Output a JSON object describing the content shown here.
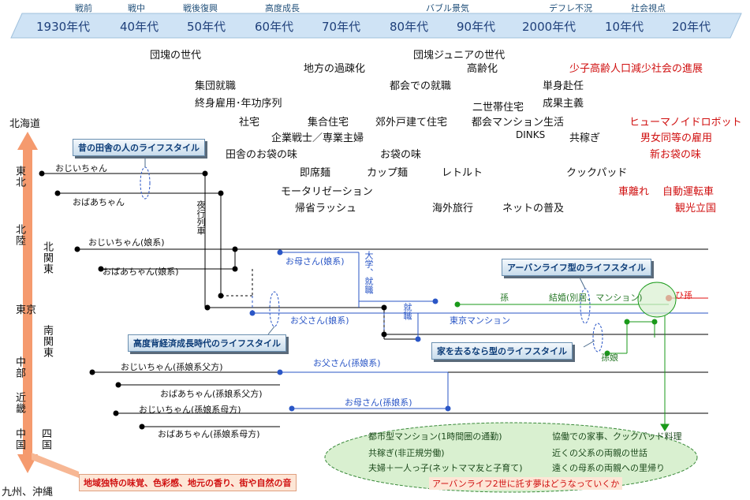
{
  "timeline": {
    "eras": [
      "戦前",
      "戦中",
      "戦後復興",
      "高度成長",
      "バブル景気",
      "デフレ不況",
      "社会視点"
    ],
    "decades": [
      "1930年代",
      "40年代",
      "50年代",
      "60年代",
      "70年代",
      "80年代",
      "90年代",
      "2000年代",
      "10年代",
      "20年代"
    ]
  },
  "phrases": {
    "dankai": "団塊の世代",
    "kaso": "地方の過疎化",
    "dankai_jr": "団塊ジュニアの世代",
    "koreika": "高齢化",
    "shoshi": "少子高齢人口減少社会の進展",
    "shudan": "集団就職",
    "tokai_shushoku": "都会での就職",
    "tanshin": "単身赴任",
    "shushin": "終身雇用･年功序列",
    "nisetai": "二世帯住宅",
    "seika": "成果主義",
    "shataku": "社宅",
    "shugo": "集合住宅",
    "kogai": "郊外戸建て住宅",
    "tokai_mansion": "都会マンション生活",
    "humanoid": "ヒューマノイドロボット",
    "kigyo": "企業戦士／専業主婦",
    "dinks": "DINKS",
    "tomobataraki": "共稼ぎ",
    "danjo": "男女同等の雇用",
    "inaka": "田舎のお袋の味",
    "ofukuro": "お袋の味",
    "shin_ofukuro": "新お袋の味",
    "sokuseki": "即席麺",
    "cup": "カップ麺",
    "retort": "レトルト",
    "cookpad": "クックパッド",
    "motor": "モータリゼーション",
    "kuruma": "車離れ",
    "jido": "自動運転車",
    "kisei": "帰省ラッシュ",
    "kaigai": "海外旅行",
    "net": "ネットの普及",
    "kanko": "観光立国"
  },
  "regions": {
    "hokkaido": "北海道",
    "tohoku": "東北",
    "hokuriku": "北陸",
    "kitakanto": "北関東",
    "tokyo": "東京",
    "minamikanto": "南関東",
    "chubu": "中部",
    "kinki": "近畿",
    "chugoku": "中国",
    "shikoku": "四国",
    "kyushu": "九州、沖縄"
  },
  "people": {
    "ojiisan": "おじいちゃん",
    "obaasan": "おばあちゃん",
    "ojiisan_musume": "おじいちゃん(娘系)",
    "obaasan_musume": "おばあちゃん(娘系)",
    "okaasan_musume": "お母さん(娘系)",
    "otousan_musume": "お父さん(娘系)",
    "ojiisan_mago_chichi": "おじいちゃん(孫娘系父方)",
    "obaasan_mago_chichi": "おばあちゃん(孫娘系父方)",
    "ojiisan_mago_haha": "おじいちゃん(孫娘系母方)",
    "obaasan_mago_haha": "おばあちゃん(孫娘系母方)",
    "otousan_mago": "お父さん(孫娘系)",
    "okaasan_mago": "お母さん(孫娘系)"
  },
  "labels": {
    "yako": "夜行列車",
    "daigaku": "大学、就職",
    "shushoku": "就職",
    "tokyo_mansion": "東京マンション",
    "mago": "孫",
    "kekkon": "結婚(別居、マンション)",
    "mago_musume": "孫娘",
    "himago": "ひ孫"
  },
  "callouts": {
    "mukashi": "昔の田舎の人のライフスタイル",
    "urban": "アーバンライフ型のライフスタイル",
    "kodo": "高度背経済成長時代のライフスタイル",
    "ie": "家を去るなら型のライフスタイル",
    "chiiki": "地域独特の味覚、色彩感、地元の香り、街や自然の音"
  },
  "ellipse": {
    "items": [
      "都市型マンション(1時間圏の通勤)",
      "協働での家事、クックパッド料理",
      "共稼ぎ(非正規労働)",
      "近くの父系の両親の世話",
      "夫婦＋一人っ子(ネットママ友と子育て)",
      "遠くの母系の両親への里帰り"
    ],
    "question": "アーバンライフ2世に託す夢はどうなっていくか"
  },
  "colors": {
    "banner": "#cfe3f5",
    "arrow": "#f59a6e",
    "blue": "#2a56c6",
    "green": "#1a9a1a",
    "red": "#e01010",
    "ellipse_fill": "#d9f0d0"
  }
}
